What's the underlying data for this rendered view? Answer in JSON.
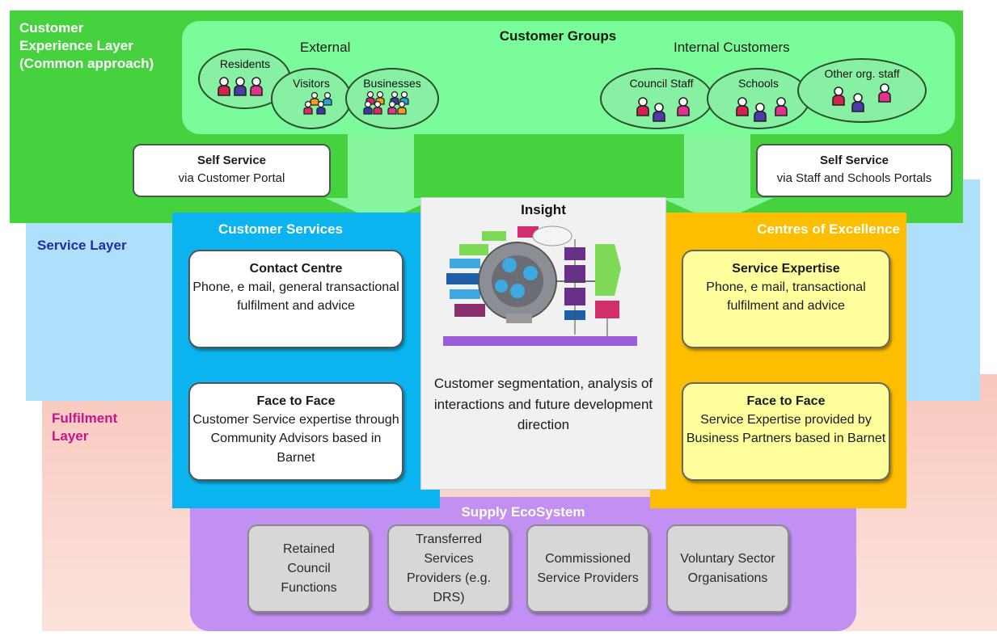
{
  "layers": {
    "customer_experience": "Customer\nExperience Layer\n(Common approach)",
    "service": "Service Layer",
    "fulfilment": "Fulfilment\nLayer"
  },
  "customer_groups": {
    "title": "Customer Groups",
    "external_label": "External",
    "internal_label": "Internal Customers",
    "external": [
      "Residents",
      "Visitors",
      "Businesses"
    ],
    "internal": [
      "Council  Staff",
      "Schools",
      "Other org. staff"
    ]
  },
  "self_service": {
    "left": {
      "title": "Self Service",
      "sub": "via Customer Portal"
    },
    "right": {
      "title": "Self Service",
      "sub": "via Staff and Schools Portals"
    }
  },
  "customer_services": {
    "title": "Customer Services",
    "contact": {
      "title": "Contact Centre",
      "body": "Phone, e mail, general transactional fulfilment and advice"
    },
    "f2f": {
      "title": "Face to Face",
      "body": "Customer Service expertise through Community Advisors based in Barnet"
    }
  },
  "insight": {
    "title": "Insight",
    "body": "Customer segmentation, analysis of interactions and future development direction"
  },
  "centres_of_excellence": {
    "title": "Centres of Excellence",
    "expertise": {
      "title": "Service Expertise",
      "body": "Phone, e mail, transactional fulfilment and advice"
    },
    "f2f": {
      "title": "Face to Face",
      "body": "Service Expertise provided by Business Partners based in Barnet"
    }
  },
  "supply": {
    "title": "Supply EcoSystem",
    "items": [
      "Retained Council Functions",
      "Transferred Services Providers (e.g. DRS)",
      "Commissioned Service Providers",
      "Voluntary Sector Organisations"
    ]
  },
  "colors": {
    "cx_layer": "#46d13f",
    "service_layer": "#aee0fb",
    "fulfilment_layer": "#f9c8be",
    "customer_services": "#0bb4ee",
    "centres_of_excellence": "#fdbd00",
    "supply": "#c190f2"
  }
}
